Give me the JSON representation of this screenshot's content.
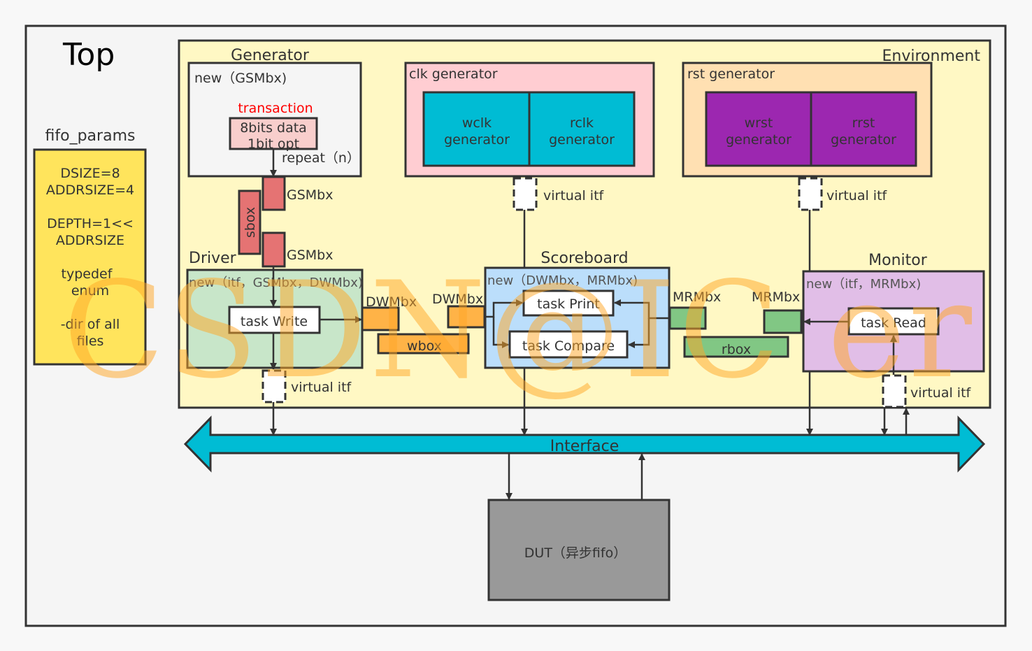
{
  "top": {
    "title": "Top"
  },
  "fifo_params": {
    "title": "fifo_params",
    "lines": [
      "DSIZE=8",
      "ADDRSIZE=4",
      "DEPTH=1<<",
      "ADDRSIZE",
      "typedef",
      "enum",
      "-dir of all",
      "files"
    ]
  },
  "environment": {
    "title": "Environment"
  },
  "generator": {
    "title": "Generator",
    "new_label": "new（GSMbx)",
    "transaction_label": "transaction",
    "transaction_lines": [
      "8bits data",
      "1bit opt"
    ],
    "repeat_label": "repeat（n）"
  },
  "mailboxes": {
    "gsmbx_1": "GSMbx",
    "gsmbx_2": "GSMbx",
    "sbox": "sbox",
    "dwmbx_1": "DWMbx",
    "dwmbx_2": "DWMbx",
    "wbox": "wbox",
    "mrmbx_1": "MRMbx",
    "mrmbx_2": "MRMbx",
    "rbox": "rbox"
  },
  "driver": {
    "title": "Driver",
    "new_label": "new（itf，GSMbx，DWMbx)",
    "task": "task Write",
    "vif": "virtual itf"
  },
  "clk_generator": {
    "title": "clk generator",
    "wclk": [
      "wclk",
      "generator"
    ],
    "rclk": [
      "rclk",
      "generator"
    ],
    "vif": "virtual itf"
  },
  "rst_generator": {
    "title": "rst generator",
    "wrst": [
      "wrst",
      "generator"
    ],
    "rrst": [
      "rrst",
      "generator"
    ],
    "vif": "virtual itf"
  },
  "scoreboard": {
    "title": "Scoreboard",
    "new_label": "new（DWMbx，MRMbx)",
    "task_print": "task Print",
    "task_compare": "task Compare"
  },
  "monitor": {
    "title": "Monitor",
    "new_label": "new（itf，MRMbx)",
    "task": "task Read",
    "vif": "virtual itf"
  },
  "interface": {
    "label": "Interface"
  },
  "dut": {
    "label": "DUT（异步fifo）"
  },
  "watermark": "CSDN@IC er",
  "colors": {
    "environment": "#fff8c4",
    "fifo_params": "#ffe45c",
    "generator": "#f5f5f5",
    "transaction": "#f8cecc",
    "red_mailbox": "#e57373",
    "driver": "#c8e6c9",
    "orange_mailbox": "#ffb347",
    "clk_generator": "#ffcdd2",
    "cyan": "#00bcd4",
    "rst_generator": "#ffe0b2",
    "purple": "#9c27b0",
    "scoreboard": "#bbdefb",
    "green_mailbox": "#81c784",
    "monitor": "#e1bee7",
    "dut": "#999999"
  }
}
